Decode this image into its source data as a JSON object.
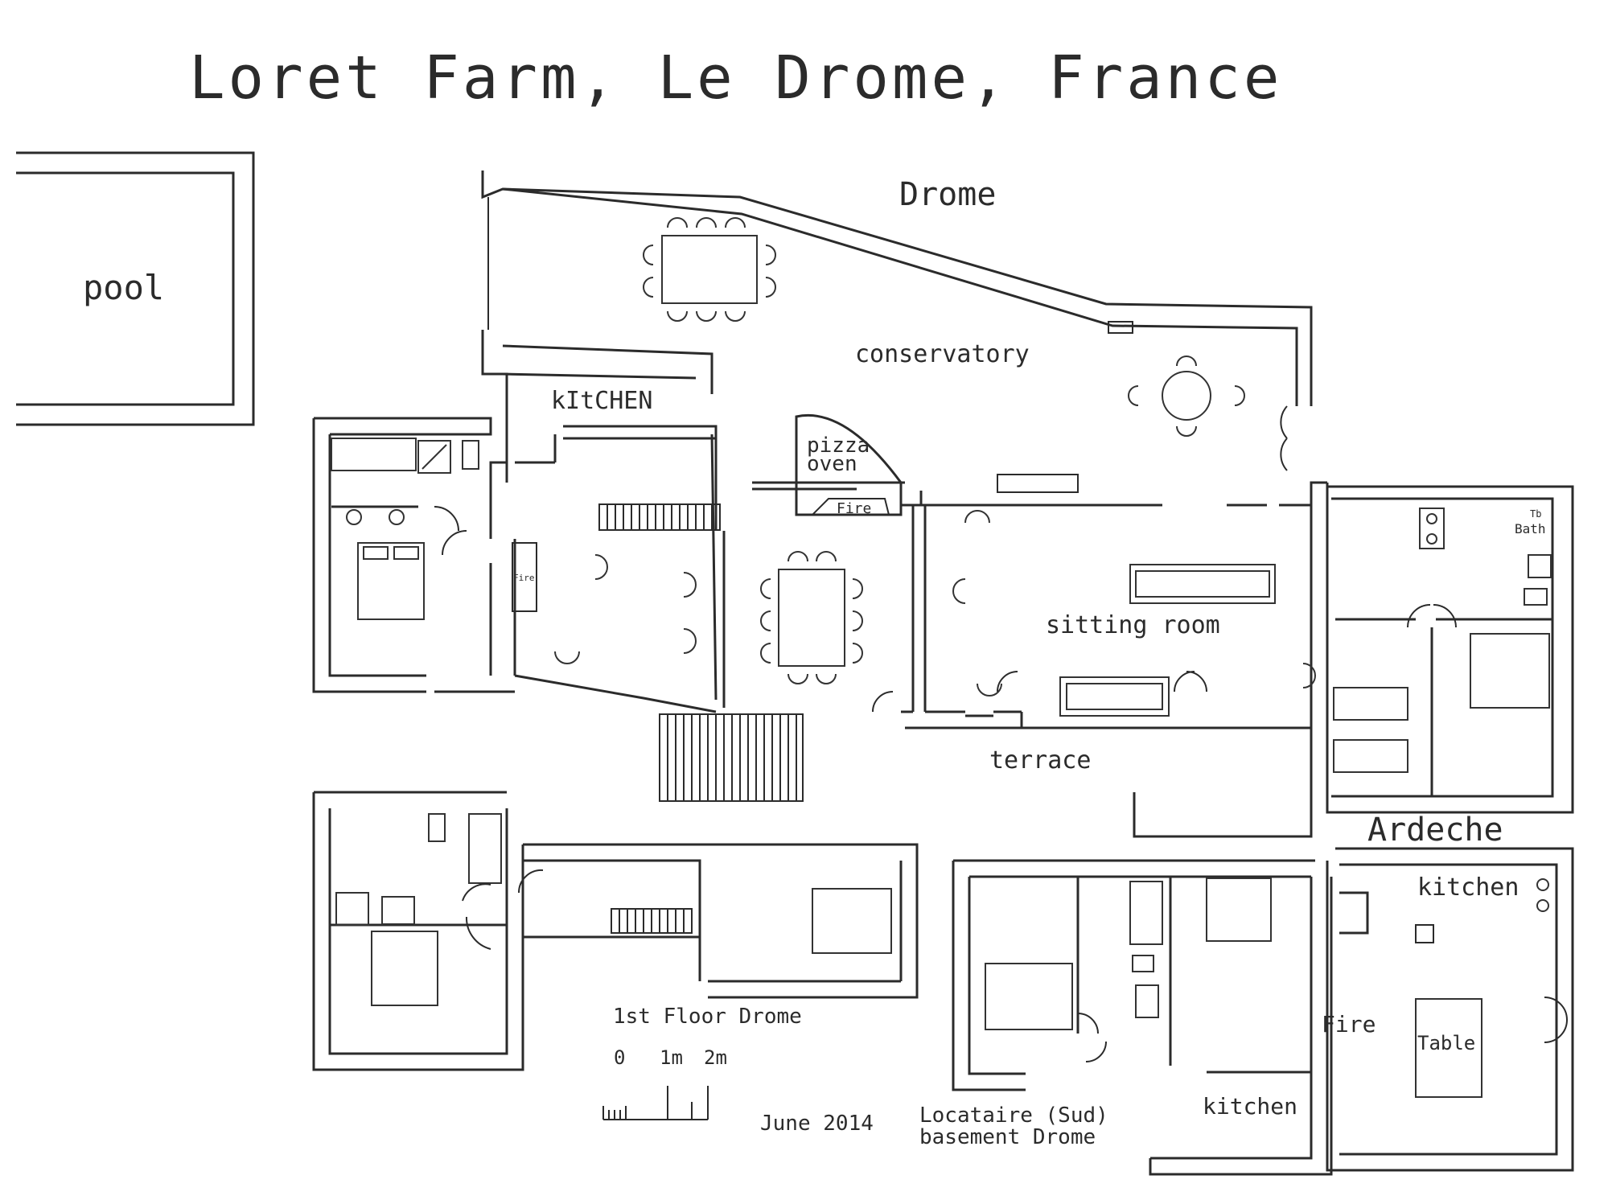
{
  "title": "Loret Farm, Le Drome, France",
  "labels": {
    "pool": "pool",
    "drome": "Drome",
    "conservatory": "conservatory",
    "kitchen_main": "kItCHEN",
    "pizza_oven_1": "pizza",
    "pizza_oven_2": "oven",
    "fire_oven": "Fire",
    "fire_small": "Fire",
    "sitting_room": "sitting room",
    "terrace": "terrace",
    "bath_label_1": "Tb",
    "bath_label_2": "Bath",
    "ardeche": "Ardeche",
    "kitchen_ardeche": "kitchen",
    "fire_ardeche": "Fire",
    "table": "Table",
    "kitchen_basement": "kitchen",
    "first_floor": "1st Floor Drome",
    "scale_0": "0",
    "scale_1m": "1m",
    "scale_2m": "2m",
    "date": "June 2014",
    "locataire_1": "Locataire (Sud)",
    "locataire_2": "basement Drome"
  }
}
